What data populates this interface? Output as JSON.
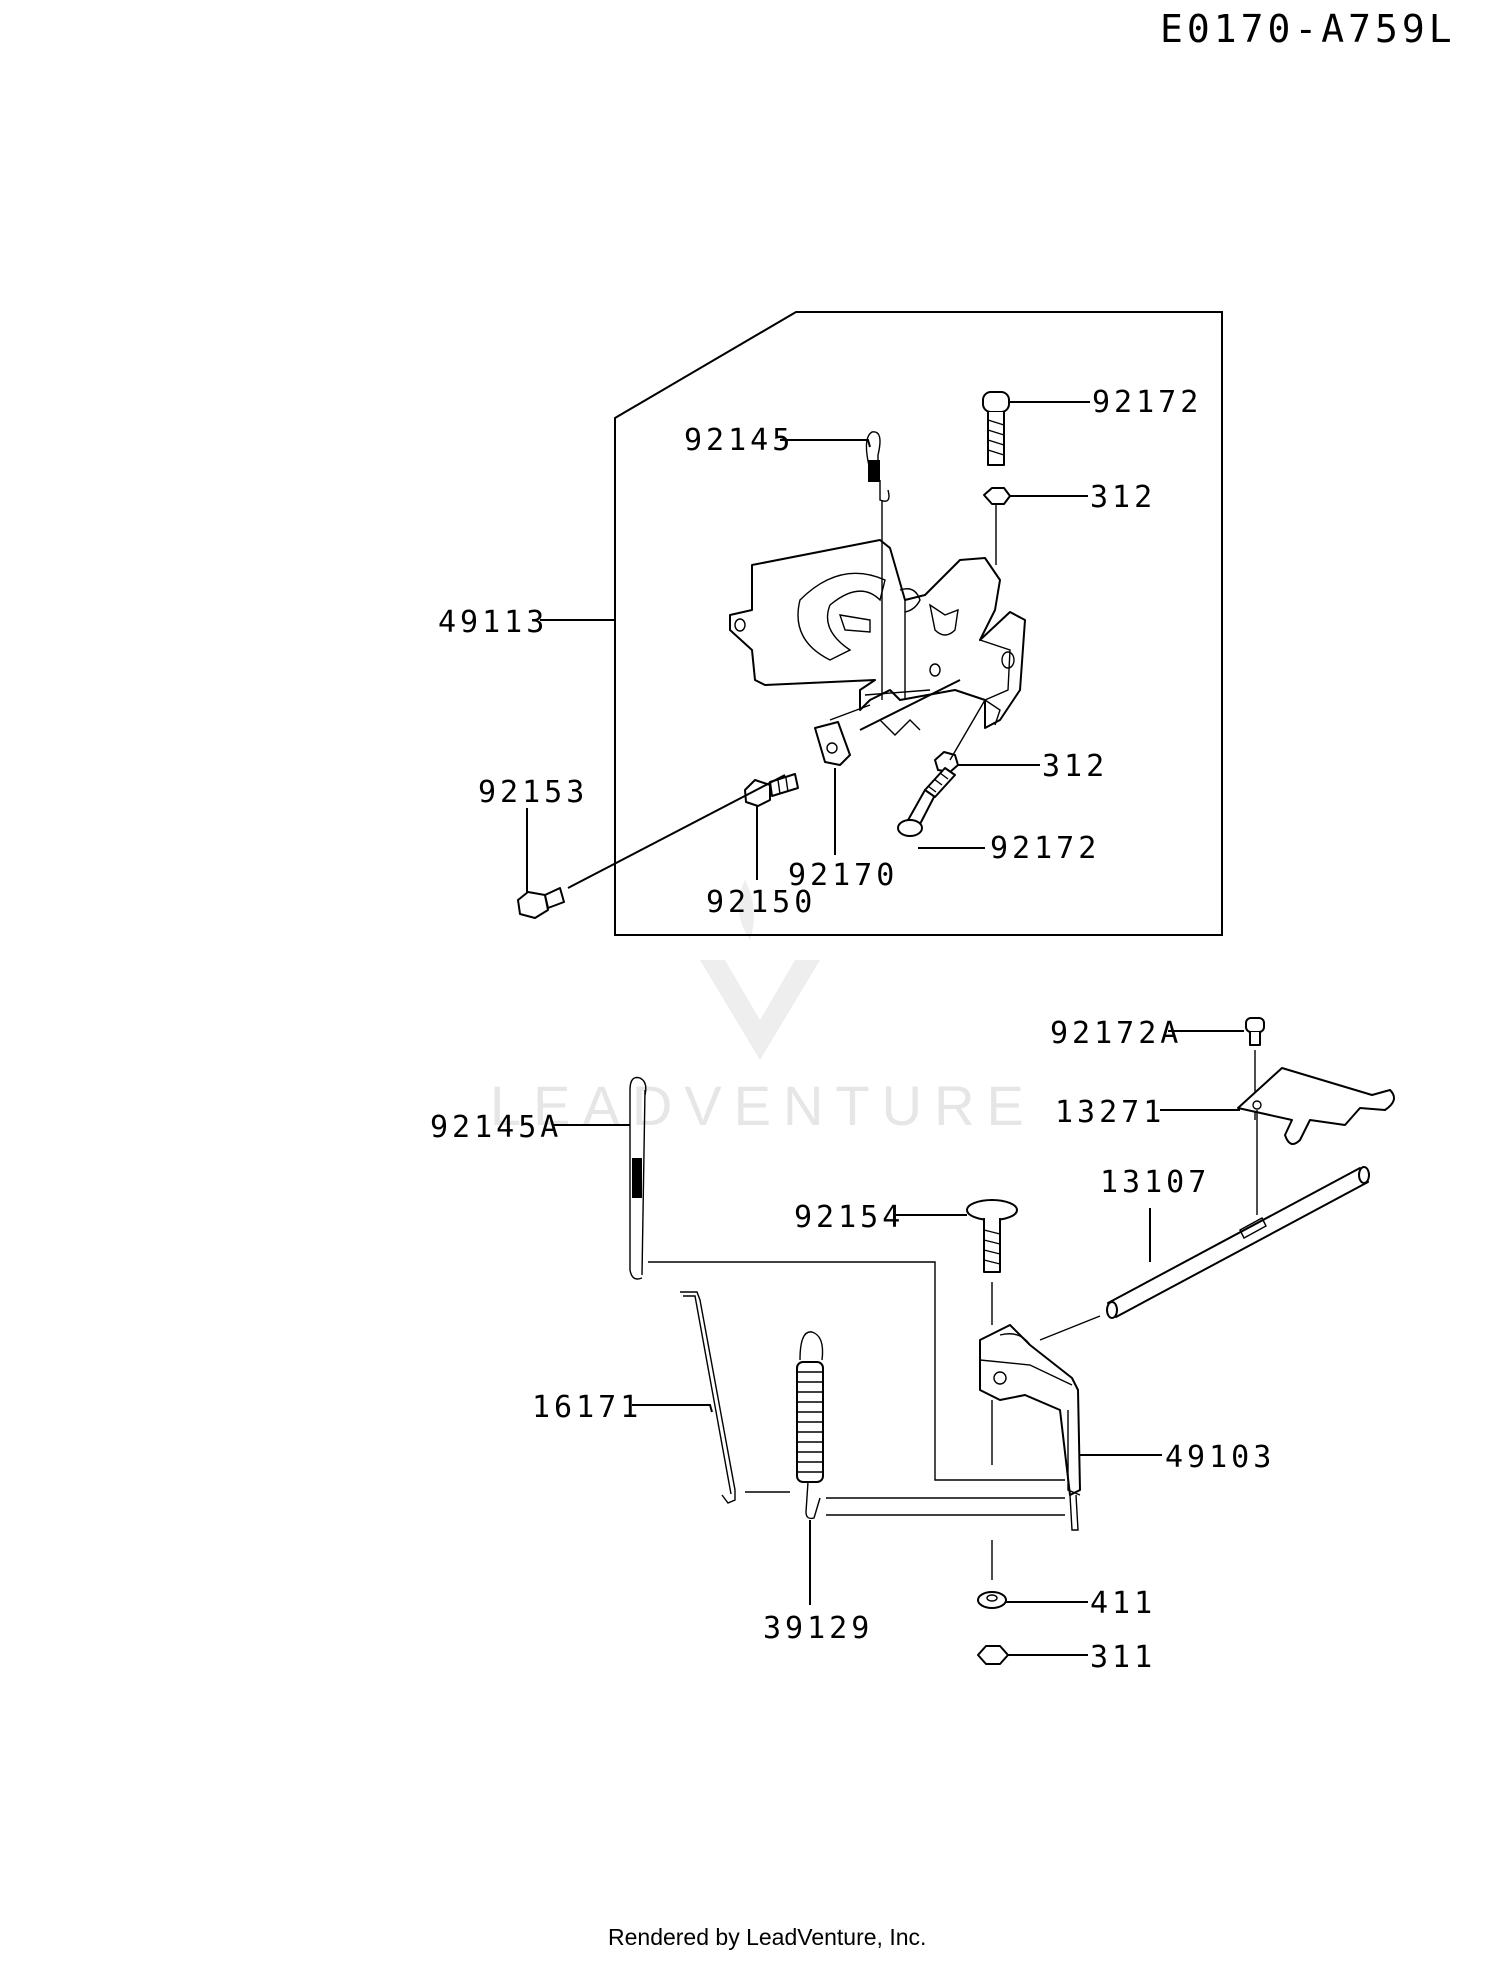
{
  "diagram_code": "E0170-A759L",
  "footer": "Rendered by LeadVenture, Inc.",
  "watermark": "LEADVENTURE",
  "labels": {
    "p92172_top": "92172",
    "p92145": "92145",
    "p312_top": "312",
    "p49113": "49113",
    "p312_bottom": "312",
    "p92153": "92153",
    "p92172_bottom": "92172",
    "p92170": "92170",
    "p92150": "92150",
    "p92172A": "92172A",
    "p13271": "13271",
    "p92145A": "92145A",
    "p13107": "13107",
    "p92154": "92154",
    "p16171": "16171",
    "p49103": "49103",
    "p411": "411",
    "p39129": "39129",
    "p311": "311"
  }
}
